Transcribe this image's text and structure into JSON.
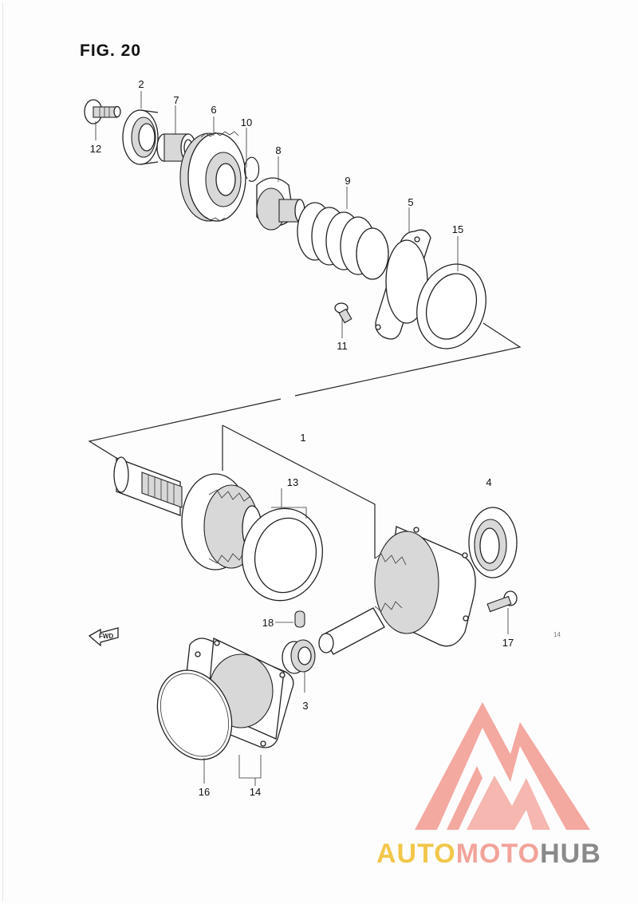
{
  "figure": {
    "title": "FIG. 20"
  },
  "callouts": [
    {
      "id": "1",
      "text": "1"
    },
    {
      "id": "2",
      "text": "2"
    },
    {
      "id": "3",
      "text": "3"
    },
    {
      "id": "4",
      "text": "4"
    },
    {
      "id": "5",
      "text": "5"
    },
    {
      "id": "6",
      "text": "6"
    },
    {
      "id": "7",
      "text": "7"
    },
    {
      "id": "8",
      "text": "8"
    },
    {
      "id": "9",
      "text": "9"
    },
    {
      "id": "10",
      "text": "10"
    },
    {
      "id": "11",
      "text": "11"
    },
    {
      "id": "12",
      "text": "12"
    },
    {
      "id": "13",
      "text": "13"
    },
    {
      "id": "14",
      "text": "14"
    },
    {
      "id": "15",
      "text": "15"
    },
    {
      "id": "16",
      "text": "16"
    },
    {
      "id": "17",
      "text": "17"
    },
    {
      "id": "18",
      "text": "18"
    }
  ],
  "direction_marker": {
    "text": "FWD"
  },
  "page_number": "14",
  "watermark": {
    "part1": "AUTO",
    "part2": "MOTO",
    "part3": "HUB",
    "colors": {
      "yellow": "#f2c74a",
      "salmon": "#f2a39a",
      "gray": "#8a8a8a"
    }
  }
}
